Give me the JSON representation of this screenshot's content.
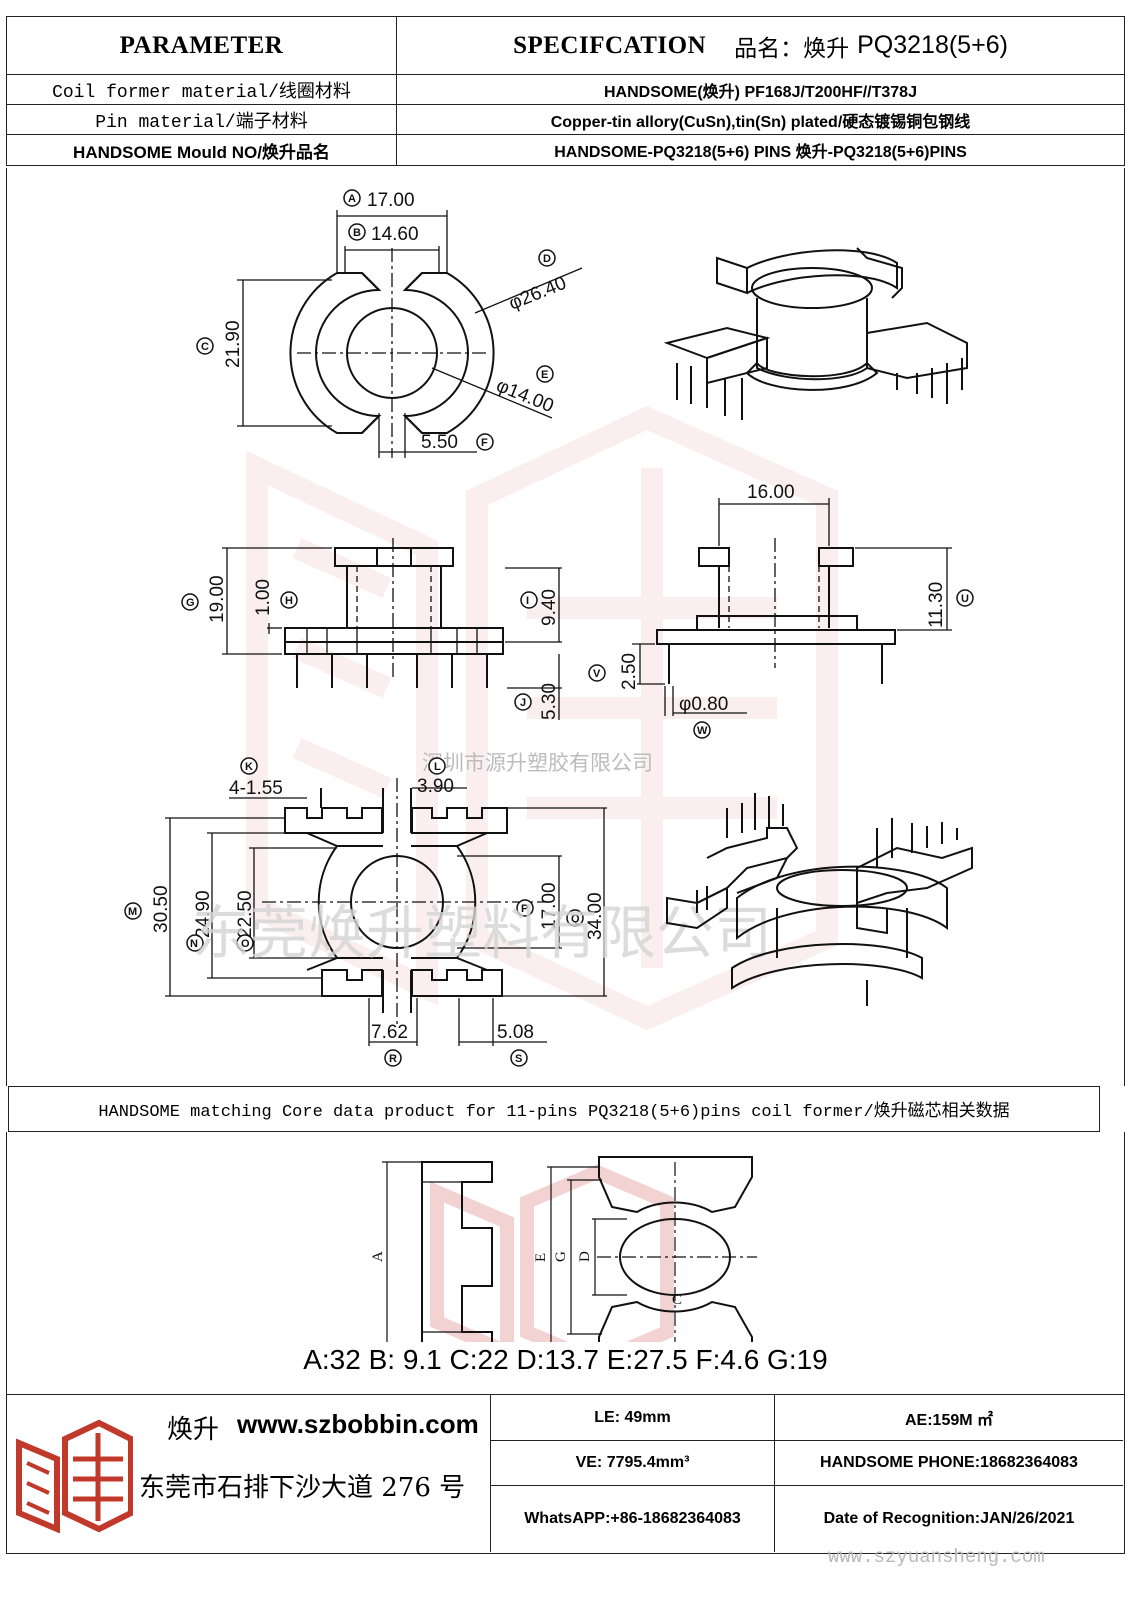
{
  "header": {
    "parameter": "PARAMETER",
    "specification": "SPECIFCATION",
    "product_name_label": "品名：焕升",
    "product_name_value": "PQ3218(5+6)",
    "rows": [
      {
        "label": "Coil former material/线圈材料",
        "value": "HANDSOME(焕升)   PF168J/T200HF//T378J"
      },
      {
        "label": "Pin material/端子材料",
        "value": "Copper-tin allory(CuSn),tin(Sn) plated/硬态镀锡铜包钢线"
      },
      {
        "label": "HANDSOME Mould NO/焕升品名",
        "value": "HANDSOME-PQ3218(5+6) PINS    焕升-PQ3218(5+6)PINS"
      }
    ]
  },
  "dimensions": {
    "A": {
      "letter": "A",
      "value": "17.00"
    },
    "B": {
      "letter": "B",
      "value": "14.60"
    },
    "C": {
      "letter": "C",
      "value": "21.90"
    },
    "D": {
      "letter": "D",
      "value": "φ26.40"
    },
    "E": {
      "letter": "E",
      "value": "φ14.00"
    },
    "F": {
      "letter": "F",
      "value": "5.50"
    },
    "G": {
      "letter": "G",
      "value": "19.00"
    },
    "H": {
      "letter": "H",
      "value": "1.00"
    },
    "I": {
      "letter": "I",
      "value": "9.40"
    },
    "J": {
      "letter": "J",
      "value": "5.30"
    },
    "T": {
      "value": "16.00"
    },
    "U": {
      "letter": "U",
      "value": "11.30"
    },
    "V": {
      "letter": "V",
      "value": "2.50"
    },
    "W": {
      "letter": "W",
      "value": "φ0.80"
    },
    "K": {
      "letter": "K",
      "value": "4-1.55"
    },
    "L": {
      "letter": "L",
      "value": "3.90"
    },
    "M": {
      "letter": "M",
      "value": "30.50"
    },
    "N": {
      "letter": "N",
      "value": "24.90"
    },
    "O": {
      "letter": "O",
      "value": "22.50"
    },
    "P": {
      "letter": "P",
      "value": "17.00"
    },
    "Q": {
      "letter": "Q",
      "value": "34.00"
    },
    "R": {
      "letter": "R",
      "value": "7.62"
    },
    "S": {
      "letter": "S",
      "value": "5.08"
    }
  },
  "watermark": {
    "small": "深圳市源升塑胶有限公司",
    "large": "东莞焕升塑料有限公司",
    "url": "www.szyuansheng.com"
  },
  "core": {
    "title": "HANDSOME matching Core data  product for 11-pins PQ3218(5+6)pins coil former/焕升磁芯相关数据",
    "labels": {
      "A": "A",
      "B": "B",
      "C": "C",
      "D": "D",
      "E": "E",
      "F": "F",
      "G": "G"
    },
    "values": "A:32 B: 9.1 C:22 D:13.7 E:27.5 F:4.6 G:19"
  },
  "footer": {
    "brand_name": "焕升",
    "website": "www.szbobbin.com",
    "address": "东莞市石排下沙大道 276 号",
    "le": "LE: 49mm",
    "ae": "AE:159M ㎡",
    "ve": "VE: 7795.4mm³",
    "phone": "HANDSOME PHONE:18682364083",
    "whatsapp": "WhatsAPP:+86-18682364083",
    "date": "Date of Recognition:JAN/26/2021"
  }
}
